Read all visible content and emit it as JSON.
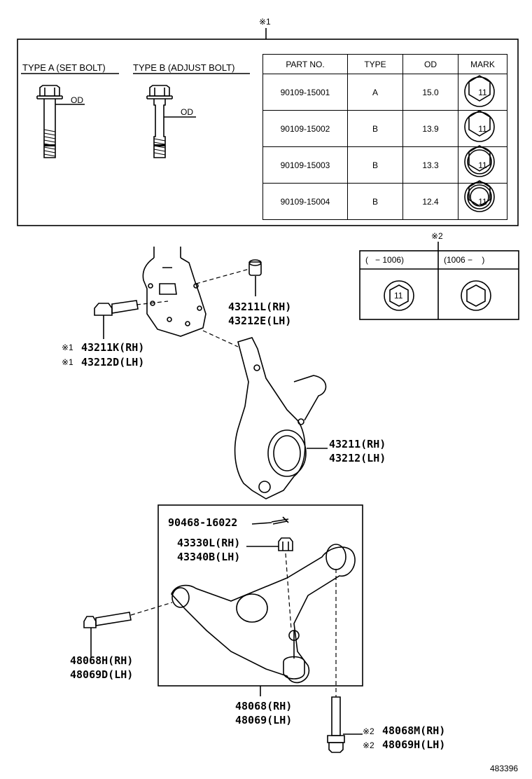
{
  "callouts": {
    "note1": "※1",
    "note2": "※2"
  },
  "bolt_types": {
    "type_a_label": "TYPE A (SET BOLT)",
    "type_b_label": "TYPE B (ADJUST BOLT)",
    "od_label": "OD"
  },
  "spec_table": {
    "headers": [
      "PART NO.",
      "TYPE",
      "OD",
      "MARK"
    ],
    "rows": [
      {
        "part_no": "90109-15001",
        "type": "A",
        "od": "15.0",
        "mark": "11"
      },
      {
        "part_no": "90109-15002",
        "type": "B",
        "od": "13.9",
        "mark": "11"
      },
      {
        "part_no": "90109-15003",
        "type": "B",
        "od": "13.3",
        "mark": "11"
      },
      {
        "part_no": "90109-15004",
        "type": "B",
        "od": "12.4",
        "mark": "11"
      }
    ]
  },
  "date_table": {
    "col1": "(   − 1006)",
    "col2": "(1006 −    )",
    "mark": "11"
  },
  "parts": {
    "washer_rh": "43211L(RH)",
    "washer_lh": "43212E(LH)",
    "bolt_rh": "43211K(RH)",
    "bolt_lh": "43212D(LH)",
    "knuckle_rh": "43211(RH)",
    "knuckle_lh": "43212(LH)",
    "cotter_pin": "90468-16022",
    "nut_rh": "43330L(RH)",
    "nut_lh": "43340B(LH)",
    "arm_bolt_rh": "48068H(RH)",
    "arm_bolt_lh": "48069D(LH)",
    "arm_rh": "48068(RH)",
    "arm_lh": "48069(LH)",
    "rear_bolt_rh": "48068M(RH)",
    "rear_bolt_lh": "48069H(LH)"
  },
  "figure_id": "483396"
}
